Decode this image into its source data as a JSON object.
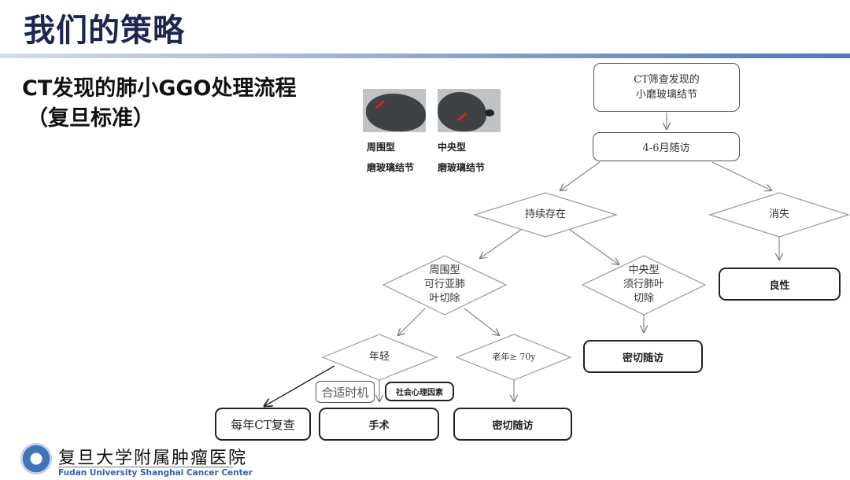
{
  "slide": {
    "title": "我们的策略",
    "subtitle_line1": "CT发现的肺小GGO处理流程",
    "subtitle_line2": "（复旦标准）"
  },
  "images": [
    {
      "label_line1": "周围型",
      "label_line2": "磨玻璃结节"
    },
    {
      "label_line1": "中央型",
      "label_line2": "磨玻璃结节"
    }
  ],
  "flowchart": {
    "start_line1": "CT筛查发现的",
    "start_line2": "小磨玻璃结节",
    "followup": "4-6月随访",
    "persist": "持续存在",
    "disappear": "消失",
    "benign": "良性",
    "peripheral_line1": "周围型",
    "peripheral_line2": "可行亚肺",
    "peripheral_line3": "叶切除",
    "central_line1": "中央型",
    "central_line2": "须行肺叶",
    "central_line3": "切除",
    "central_result": "密切随访",
    "young": "年轻",
    "elderly": "老年≥ 70y",
    "timing": "合适时机",
    "psych": "社会心理因素",
    "annual_ct": "每年CT复查",
    "surgery": "手术",
    "elderly_result": "密切随访"
  },
  "footer": {
    "logo_cn": "复旦大学附属肿瘤医院",
    "logo_en": "Fudan University Shanghai Cancer Center"
  },
  "colors": {
    "title": "#1c2650",
    "bar": "#4f79b7",
    "logo_blue": "#2e62ad"
  }
}
